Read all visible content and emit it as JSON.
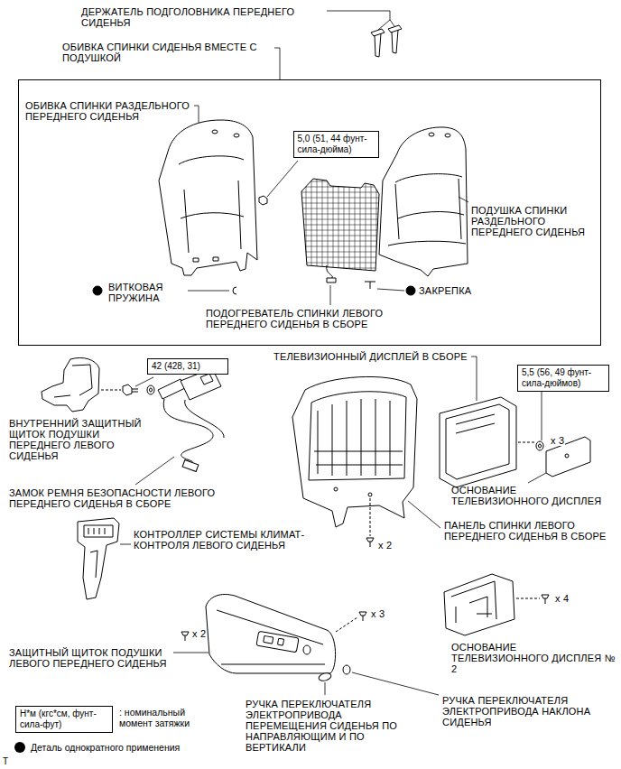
{
  "diagram": {
    "nodes": [
      {
        "text": [
          "ОБИВКА СПИНКИ СИДЕНЬЯ ВМЕСТЕ С ПОДУШКОЙ"
        ]
      },
      {
        "text": [
          "5,0 (51, 44 фунт-сила-дюйма)"
        ],
        "in": 0
      },
      {
        "text": [
          "42 (428, 31)"
        ]
      },
      {
        "text": [
          "5,5 (56, 49 фунт-сила-дюймов)"
        ]
      },
      {
        "text": [
          "Н*м (кгс*см, фунт-сила-фут)"
        ]
      }
    ],
    "labels": [
      "ДЕРЖАТЕЛЬ ПОДГОЛОВНИКА ПЕРЕДНЕГО СИДЕНЬЯ",
      "ОБИВКА СПИНКИ РАЗДЕЛЬНОГО ПЕРЕДНЕГО СИДЕНЬЯ",
      "ПОДУШКА СПИНКИ РАЗДЕЛЬНОГО ПЕРЕДНЕГО СИДЕНЬЯ",
      "ВИТКОВАЯ ПРУЖИНА",
      "ЗАКРЕПКА",
      "ПОДОГРЕВАТЕЛЬ СПИНКИ ЛЕВОГО ПЕРЕДНЕГО СИДЕНЬЯ В СБОРЕ",
      "ТЕЛЕВИЗИОННЫЙ ДИСПЛЕЙ В СБОРЕ",
      "ВНУТРЕННИЙ ЗАЩИТНЫЙ ЩИТОК ПОДУШКИ ПЕРЕДНЕГО ЛЕВОГО СИДЕНЬЯ",
      "x 3",
      "ЗАМОК РЕМНЯ БЕЗОПАСНОСТИ ЛЕВОГО ПЕРЕДНЕГО СИДЕНЬЯ В СБОРЕ",
      "ОСНОВАНИЕ ТЕЛЕВИЗИОННОГО ДИСПЛЕЯ",
      "КОНТРОЛЛЕР СИСТЕМЫ КЛИМАТ-КОНТРОЛЯ ЛЕВОГО СИДЕНЬЯ",
      "x 2",
      "ПАНЕЛЬ СПИНКИ ЛЕВОГО ПЕРЕДНЕГО СИДЕНЬЯ В СБОРЕ",
      "x 3",
      "x 4",
      "ОСНОВАНИЕ ТЕЛЕВИЗИОННОГО ДИСПЛЕЯ № 2",
      "x 2",
      "ЗАЩИТНЫЙ ЩИТОК ПОДУШКИ ЛЕВОГО ПЕРЕДНЕГО СИДЕНЬЯ",
      "РУЧКА ПЕРЕКЛЮЧАТЕЛЯ ЭЛЕКТРОПРИВОДА ПЕРЕМЕЩЕНИЯ СИДЕНЬЯ ПО НАПРАВЛЯЮЩИМ И ПО ВЕРТИКАЛИ",
      "РУЧКА ПЕРЕКЛЮЧАТЕЛЯ ЭЛЕКТРОПРИВОДА НАКЛОНА СИДЕНЬЯ",
      "T"
    ],
    "legend": [
      {
        "text": ": номинальный момент затяжки"
      },
      {
        "text": "Деталь однократного применения",
        "color": "#000000"
      }
    ]
  }
}
